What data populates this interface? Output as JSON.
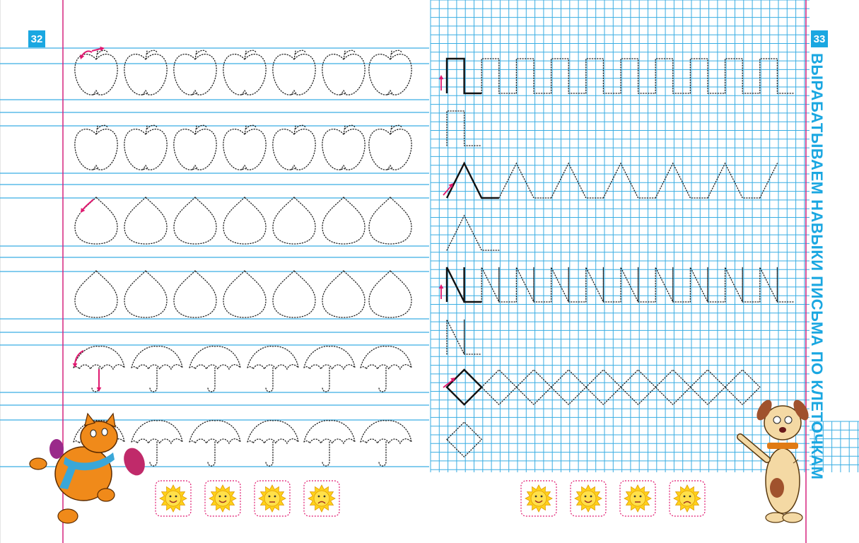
{
  "left_page": {
    "page_number": "32",
    "rows": [
      "apple-trace",
      "apple-trace",
      "drop-trace",
      "drop-trace",
      "umbrella-trace",
      "umbrella-trace"
    ],
    "smiley_icons": [
      "sun-smile-icon",
      "sun-smile-icon",
      "sun-neutral-icon",
      "sun-sad-icon"
    ]
  },
  "right_page": {
    "page_number": "33",
    "side_title": "ВЫРАБАТЫВАЕМ НАВЫКИ ПИСЬМА ПО КЛЕТОЧКАМ",
    "pattern_rows": [
      "square-wave-trace",
      "square-wave-copy",
      "triangle-wave-trace",
      "triangle-wave-copy",
      "zigzag-trace",
      "zigzag-copy",
      "diamond-trace",
      "diamond-copy"
    ],
    "smiley_icons": [
      "sun-smile-icon",
      "sun-smile-icon",
      "sun-neutral-icon",
      "sun-sad-icon"
    ]
  },
  "colors": {
    "accent_blue": "#1aa7e1",
    "grid_blue": "#3aaee3",
    "margin_magenta": "#d6257f",
    "arrow_magenta": "#e0186f",
    "sun_yellow": "#ffd21a"
  }
}
